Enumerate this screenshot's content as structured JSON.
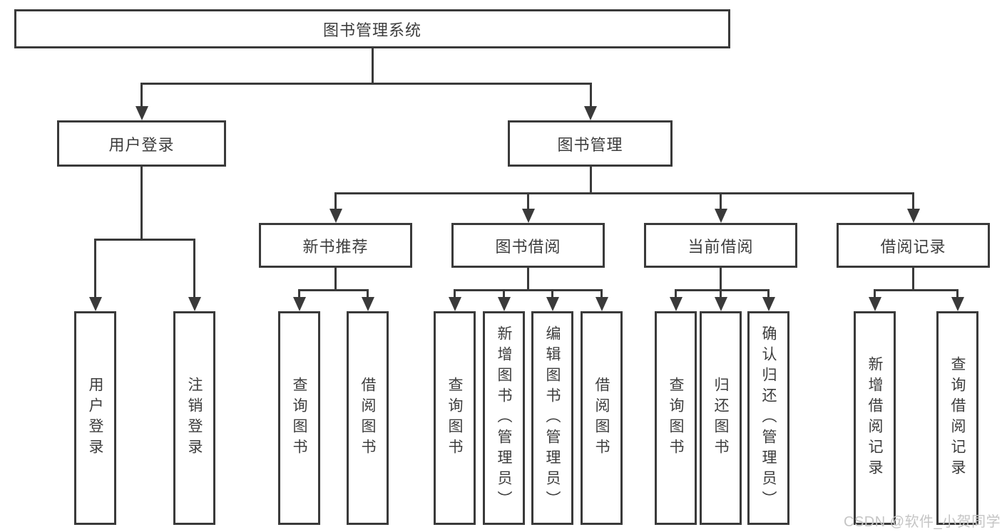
{
  "tree": {
    "label": "图书管理系统",
    "children": [
      {
        "label": "用户登录",
        "children": [
          {
            "label": "用户登录"
          },
          {
            "label": "注销登录"
          }
        ]
      },
      {
        "label": "图书管理",
        "children": [
          {
            "label": "新书推荐",
            "children": [
              {
                "label": "查询图书"
              },
              {
                "label": "借阅图书"
              }
            ]
          },
          {
            "label": "图书借阅",
            "children": [
              {
                "label": "查询图书"
              },
              {
                "label": "新增图书（管理员）"
              },
              {
                "label": "编辑图书（管理员）"
              },
              {
                "label": "借阅图书"
              }
            ]
          },
          {
            "label": "当前借阅",
            "children": [
              {
                "label": "查询图书"
              },
              {
                "label": "归还图书"
              },
              {
                "label": "确认归还（管理员）"
              }
            ]
          },
          {
            "label": "借阅记录",
            "children": [
              {
                "label": "新增借阅记录"
              },
              {
                "label": "查询借阅记录"
              }
            ]
          }
        ]
      }
    ]
  },
  "watermark": "CSDN @软件_小贺同学",
  "colors": {
    "line": "#3a3a3a",
    "border": "#3a3a3a",
    "text": "#3d3d3d",
    "watermark": "#c5c5c5",
    "background": "#ffffff"
  }
}
